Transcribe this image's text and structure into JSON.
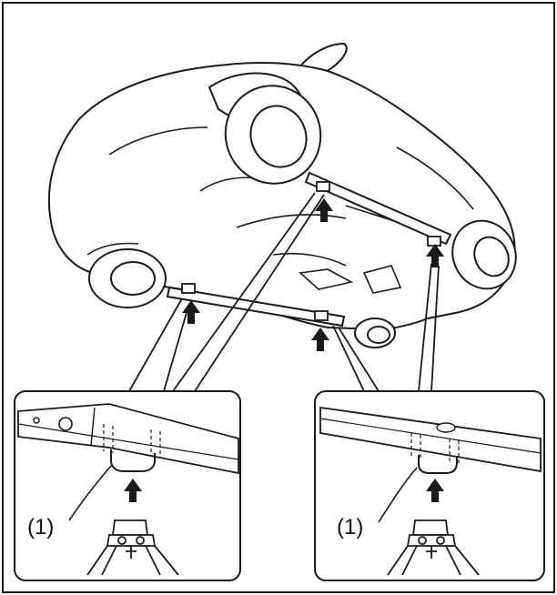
{
  "colors": {
    "line": "#1a1a1a",
    "background": "#ffffff"
  },
  "callouts": [
    {
      "id": "left",
      "label": "(1)"
    },
    {
      "id": "right",
      "label": "(1)"
    }
  ],
  "icons": [
    "lift-arrow-icon",
    "jack-stand-icon"
  ]
}
